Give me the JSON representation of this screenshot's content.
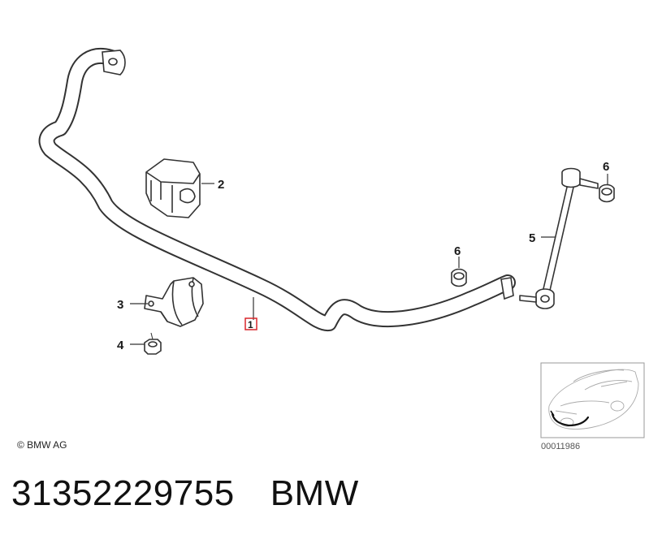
{
  "callouts": {
    "c1": "1",
    "c2": "2",
    "c3": "3",
    "c4": "4",
    "c5": "5",
    "c6a": "6",
    "c6b": "6"
  },
  "copyright": "© BMW AG",
  "thumbnail_id": "00011986",
  "caption": {
    "part_number": "31352229755",
    "brand": "BMW"
  },
  "colors": {
    "line": "#333333",
    "highlight_box": "#d9262b",
    "thumb_line": "#aaaaaa"
  }
}
